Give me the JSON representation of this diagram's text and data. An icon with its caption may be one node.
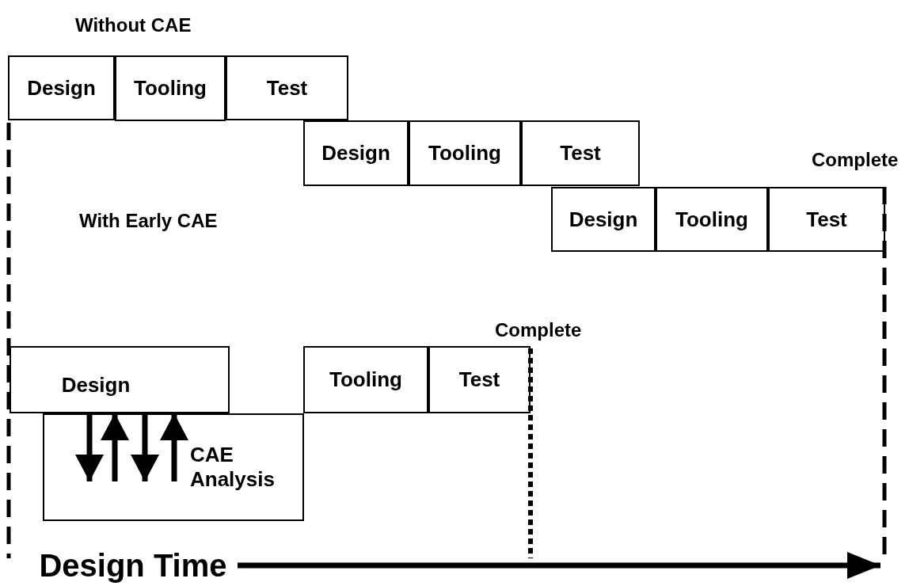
{
  "diagram": {
    "nodes": [
      {
        "text": [
          "Design"
        ]
      },
      {
        "text": [
          "Tooling"
        ]
      },
      {
        "text": [
          "Test"
        ]
      },
      {
        "text": [
          "Design"
        ]
      },
      {
        "text": [
          "Tooling"
        ]
      },
      {
        "text": [
          "Test"
        ]
      },
      {
        "text": [
          "Design"
        ]
      },
      {
        "text": [
          "Tooling"
        ]
      },
      {
        "text": [
          "Test"
        ]
      },
      {
        "text": [
          "Design"
        ]
      },
      {
        "text": [
          "Tooling"
        ]
      },
      {
        "text": [
          "Test"
        ]
      },
      {
        "text": [
          "CAE Analysis"
        ]
      },
      {
        "text": [
          "Design Time"
        ]
      }
    ],
    "edges": [
      {
        "from": 9,
        "to": 12,
        "arrow": "to"
      },
      {
        "from": 12,
        "to": 9,
        "arrow": "to"
      },
      {
        "from": 9,
        "to": 12,
        "arrow": "to"
      },
      {
        "from": 12,
        "to": 9,
        "arrow": "to"
      },
      {
        "from": 13,
        "to": null,
        "arrow": "to"
      }
    ],
    "labels": [
      "Without CAE",
      "Complete",
      "With Early CAE",
      "Complete"
    ]
  }
}
